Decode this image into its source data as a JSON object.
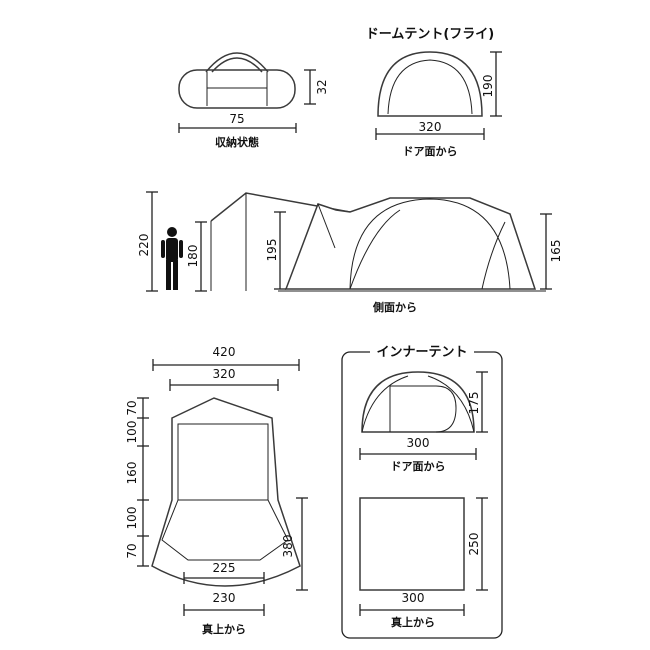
{
  "captions": {
    "storage": "収納状態",
    "dome_title": "ドームテント(フライ)",
    "door_view": "ドア面から",
    "side_view": "側面から",
    "top_view": "真上から",
    "inner_title": "インナーテント",
    "inner_door_view": "ドア面から",
    "inner_top_view": "真上から"
  },
  "dimensions": {
    "storage_length": "75",
    "storage_height": "32",
    "dome_width": "320",
    "dome_height": "190",
    "person_height": "220",
    "pole_height": "180",
    "tarp_height": "195",
    "side_height": "165",
    "top_total_width": "420",
    "top_inner_width": "320",
    "seg_70_top": "70",
    "seg_100_top": "100",
    "seg_160": "160",
    "seg_100_bottom": "100",
    "seg_70_bottom": "70",
    "top_length": "380",
    "vestibule_width": "225",
    "bottom_width": "230",
    "inner_door_width": "300",
    "inner_door_height": "175",
    "inner_top_width": "300",
    "inner_top_length": "250"
  }
}
